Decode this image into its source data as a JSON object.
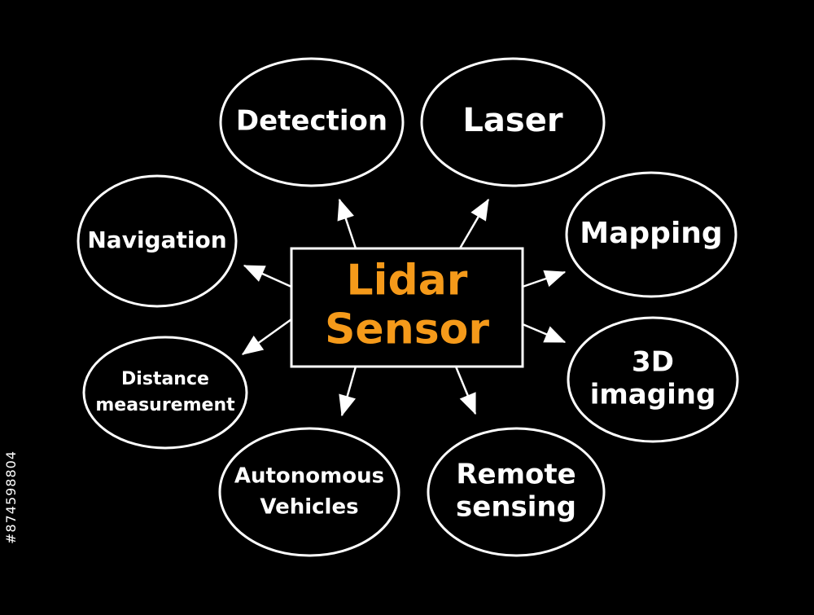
{
  "diagram": {
    "center": {
      "lines": [
        "Lidar",
        "Sensor"
      ],
      "color": "#f59a1a"
    },
    "nodes": [
      {
        "id": "detection",
        "lines": [
          "Detection"
        ]
      },
      {
        "id": "laser",
        "lines": [
          "Laser"
        ]
      },
      {
        "id": "mapping",
        "lines": [
          "Mapping"
        ]
      },
      {
        "id": "imaging",
        "lines": [
          "3D",
          "imaging"
        ]
      },
      {
        "id": "remote-sensing",
        "lines": [
          "Remote",
          "sensing"
        ]
      },
      {
        "id": "autonomous-vehicles",
        "lines": [
          "Autonomous",
          "Vehicles"
        ]
      },
      {
        "id": "distance-measurement",
        "lines": [
          "Distance",
          "measurement"
        ]
      },
      {
        "id": "navigation",
        "lines": [
          "Navigation"
        ]
      }
    ],
    "colors": {
      "background": "#000000",
      "stroke": "#ffffff",
      "text": "#ffffff"
    }
  },
  "watermark": {
    "stock_id": "#874598804"
  }
}
